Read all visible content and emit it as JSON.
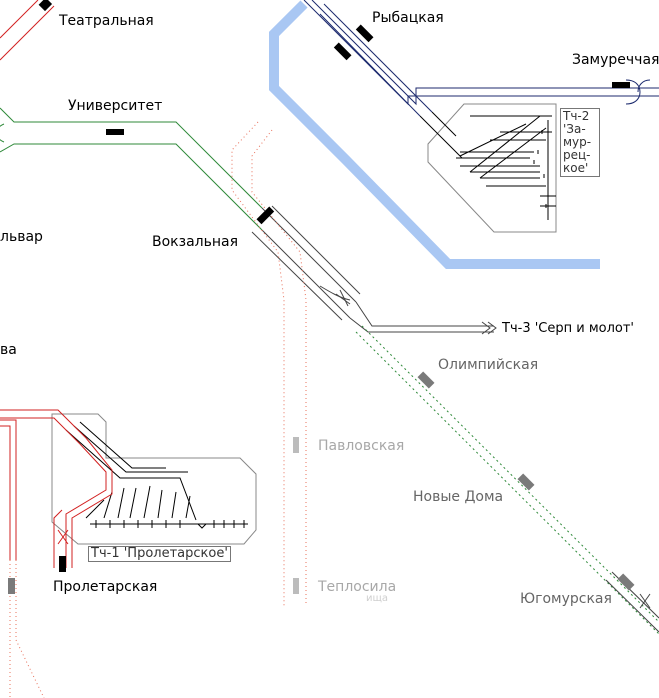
{
  "colors": {
    "river": "#a9c7f3",
    "red_line": "#d22020",
    "green_line": "#2f8a3a",
    "navy_line": "#1c2a6e",
    "planned_line": "#e8705a",
    "depot_track": "#000000",
    "station_built": "#000000",
    "station_future": "#7a7a7a",
    "station_planned": "#bcbcbc"
  },
  "stations": {
    "teatralnaya": "Театральная",
    "rybatskaya": "Рыбацкая",
    "zamurechnaya": "Замуреччая",
    "universitet": "Университет",
    "bulvar": "львар",
    "vokzalnaya": "Вокзальная",
    "va": "ва",
    "olimpiyskaya": "Олимпийская",
    "pavlovskaya": "Павловская",
    "novye_doma": "Новые Дома",
    "proletarskaya": "Пролетарская",
    "teplosila": "Теплосила",
    "teplosila_tail": "ища",
    "yugomurskaya": "Югомурская"
  },
  "depots": {
    "tch2": [
      "Тч-2",
      "'За-",
      "мур-",
      "рец-",
      "кое'"
    ],
    "tch3": "Тч-3 'Серп и молот'",
    "tch1": "Тч-1 'Пролетарское'"
  }
}
